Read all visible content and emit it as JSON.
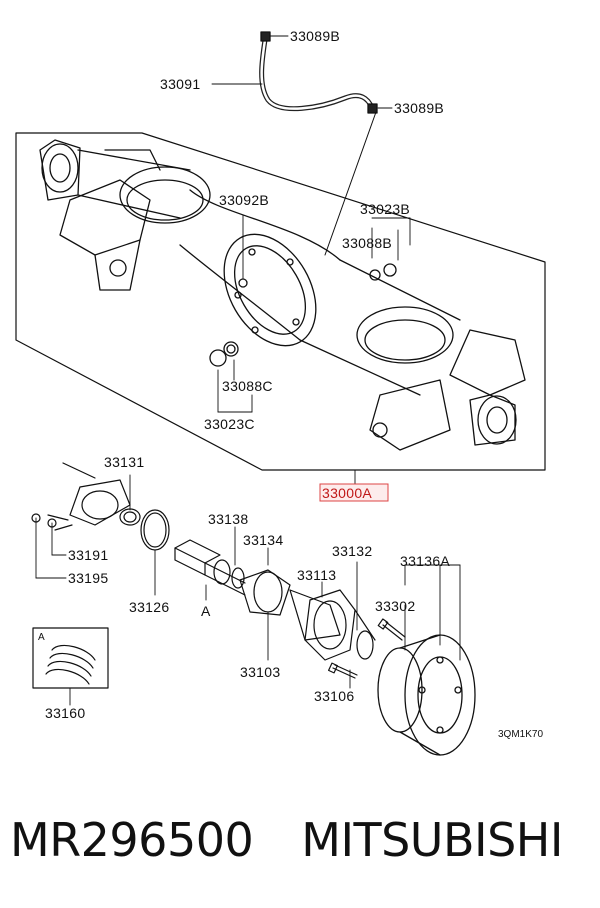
{
  "diagram": {
    "labels": {
      "breather_top": "33089B",
      "breather_hose": "33091",
      "breather_right": "33089B",
      "vent_plug": "33092B",
      "plug_set_upper": "33023B",
      "gasket_upper": "33088B",
      "gasket_lower": "33088C",
      "plug_set_lower": "33023C",
      "housing_assembly": "33000A",
      "retainer": "33131",
      "nut": "33191",
      "washer": "33195",
      "o_ring": "33126",
      "bearing_inner": "33138",
      "collar": "33134",
      "seal": "33113",
      "bearing": "33103",
      "spacer": "33132",
      "flange_set": "33136A",
      "bolt": "33302",
      "hub_bolt": "33106",
      "shim_pack": "33160",
      "detail_a_marker": "A",
      "detail_a_box_label": "A",
      "diagram_code": "3QM1K70"
    }
  },
  "footer": {
    "part_number": "MR296500",
    "brand": "MITSUBISHI"
  }
}
